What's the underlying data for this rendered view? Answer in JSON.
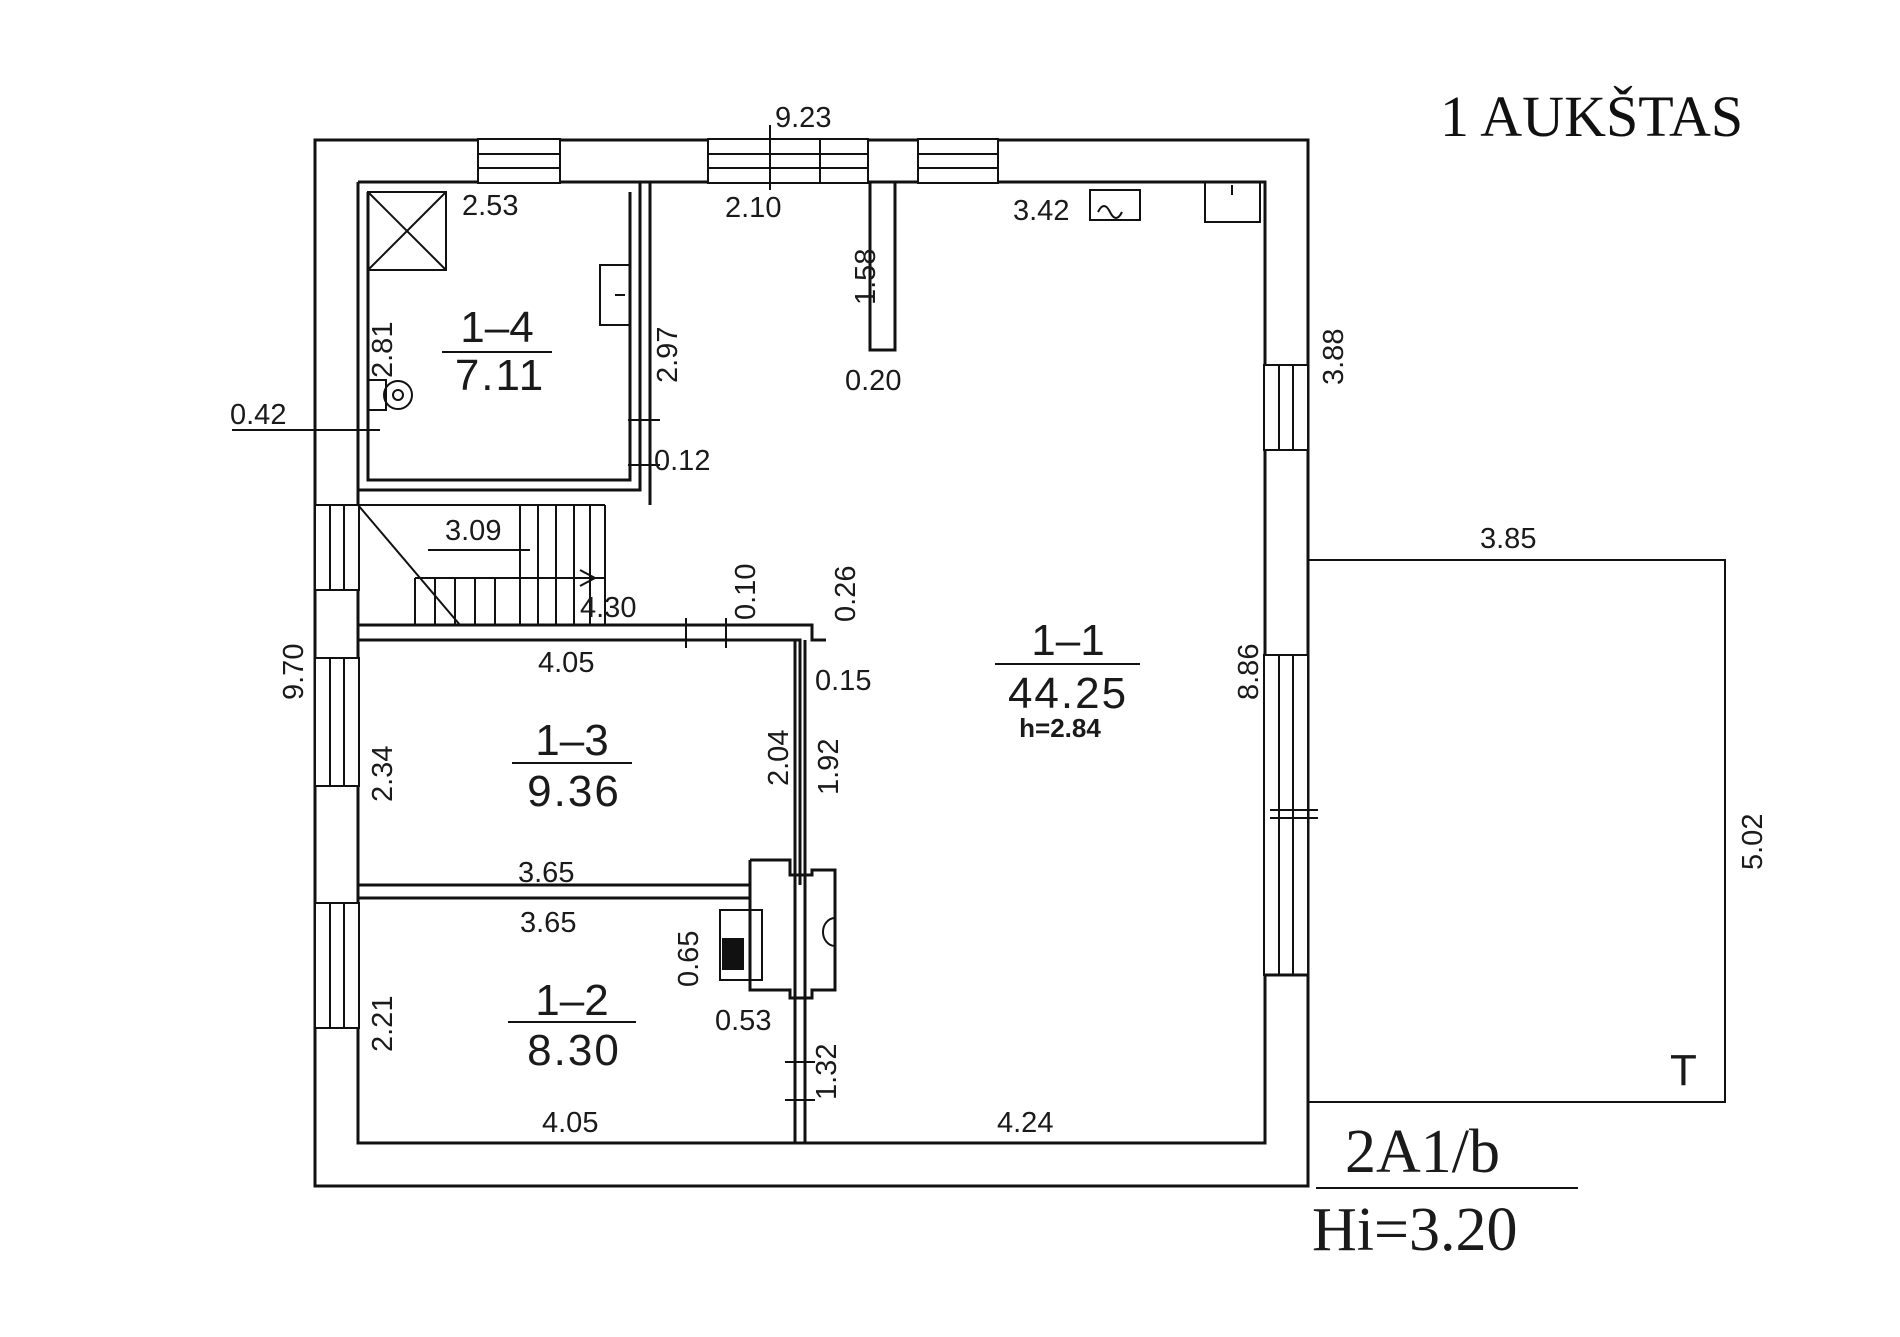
{
  "title": "1 AUKŠTAS",
  "rooms": [
    {
      "id": "1–1",
      "area": "44.25",
      "height": "h=2.84"
    },
    {
      "id": "1–2",
      "area": "8.30"
    },
    {
      "id": "1–3",
      "area": "9.36"
    },
    {
      "id": "1–4",
      "area": "7.11"
    }
  ],
  "dimensions": {
    "top_total": "9.23",
    "wc_top": "2.53",
    "hall_top": "2.10",
    "kitchen_top": "3.42",
    "partition_len": "1.58",
    "partition_w": "0.20",
    "wc_side": "2.81",
    "wc_right": "2.97",
    "wall_042": "0.42",
    "wall_012": "0.12",
    "right_upper": "3.88",
    "stair_309": "3.09",
    "stair_430": "4.30",
    "wall_010": "0.10",
    "wall_026": "0.26",
    "wall_015": "0.15",
    "left_total": "9.70",
    "room13_top": "4.05",
    "room13_left": "2.34",
    "room13_right": "2.04",
    "room13_right2": "1.92",
    "room13_bottom": "3.65",
    "room12_top": "3.65",
    "stove_065": "0.65",
    "stove_053": "0.53",
    "room12_left": "2.21",
    "room12_right": "1.32",
    "room12_bottom": "4.05",
    "main_bottom": "4.24",
    "main_right": "8.86",
    "terrace_top": "3.85",
    "terrace_right": "5.02"
  },
  "terrace_label": "T",
  "building_code": "2A1/b",
  "height_info": "Hi=3.20"
}
